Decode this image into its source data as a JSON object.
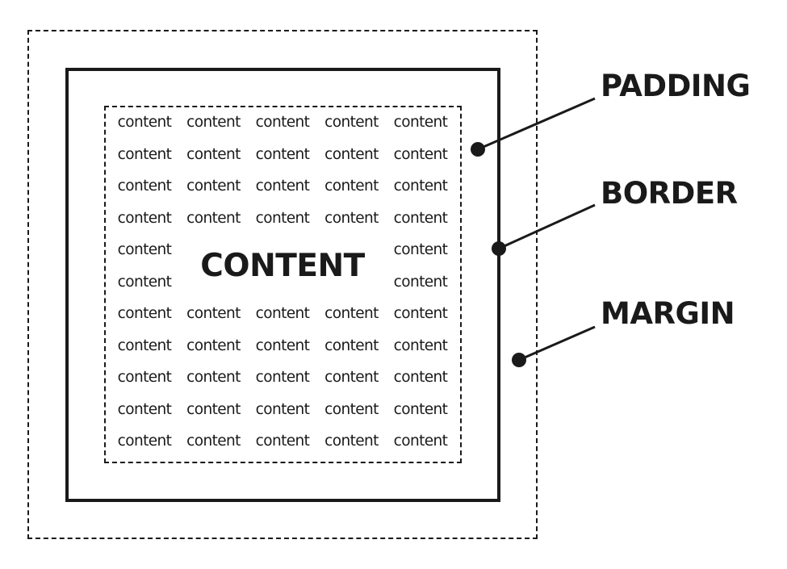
{
  "diagram": {
    "title": "CONTENT",
    "filler_word": "content",
    "labels": {
      "padding": "PADDING",
      "border": "BORDER",
      "margin": "MARGIN"
    },
    "rows": [
      [
        "content",
        "content",
        "content",
        "content",
        "content"
      ],
      [
        "content",
        "content",
        "content",
        "content",
        "content"
      ],
      [
        "content",
        "content",
        "content",
        "content",
        "content"
      ],
      [
        "content",
        "content",
        "content",
        "content",
        "content"
      ],
      [
        "content",
        "",
        "",
        "",
        "content"
      ],
      [
        "content",
        "",
        "",
        "",
        "content"
      ],
      [
        "content",
        "content",
        "content",
        "content",
        "content"
      ],
      [
        "content",
        "content",
        "content",
        "content",
        "content"
      ],
      [
        "content",
        "content",
        "content",
        "content",
        "content"
      ],
      [
        "content",
        "content",
        "content",
        "content",
        "content"
      ],
      [
        "content",
        "content",
        "content",
        "content",
        "content"
      ]
    ],
    "colors": {
      "ink": "#1a1a1a",
      "background": "#ffffff"
    }
  }
}
